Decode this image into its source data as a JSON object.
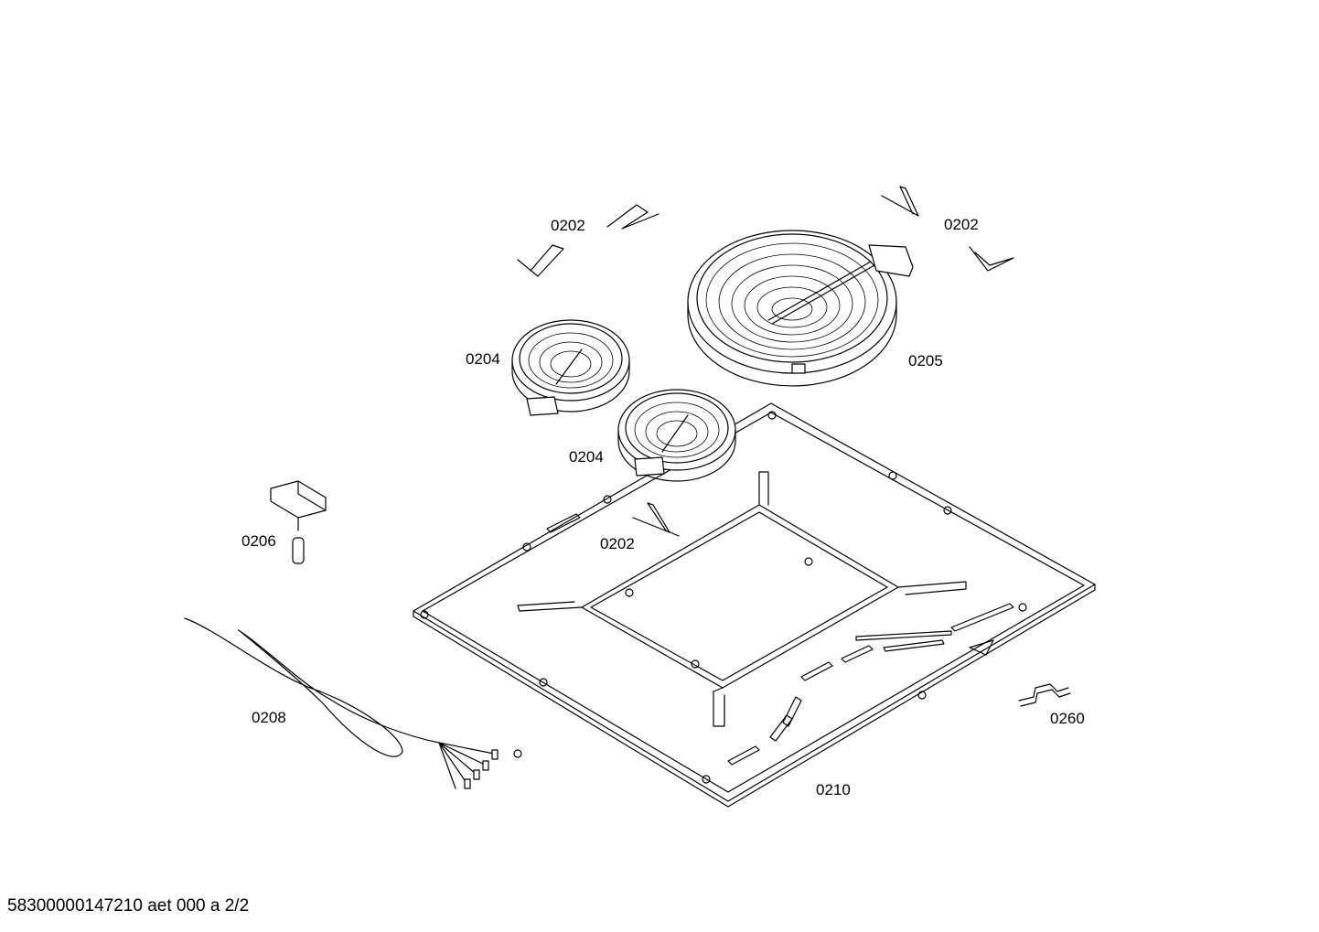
{
  "labels": {
    "p0202_a": "0202",
    "p0202_b": "0202",
    "p0202_c": "0202",
    "p0204_a": "0204",
    "p0204_b": "0204",
    "p0205": "0205",
    "p0206": "0206",
    "p0208": "0208",
    "p0210": "0210",
    "p0260": "0260"
  },
  "footer": "58300000147210 aet 000 a 2/2"
}
